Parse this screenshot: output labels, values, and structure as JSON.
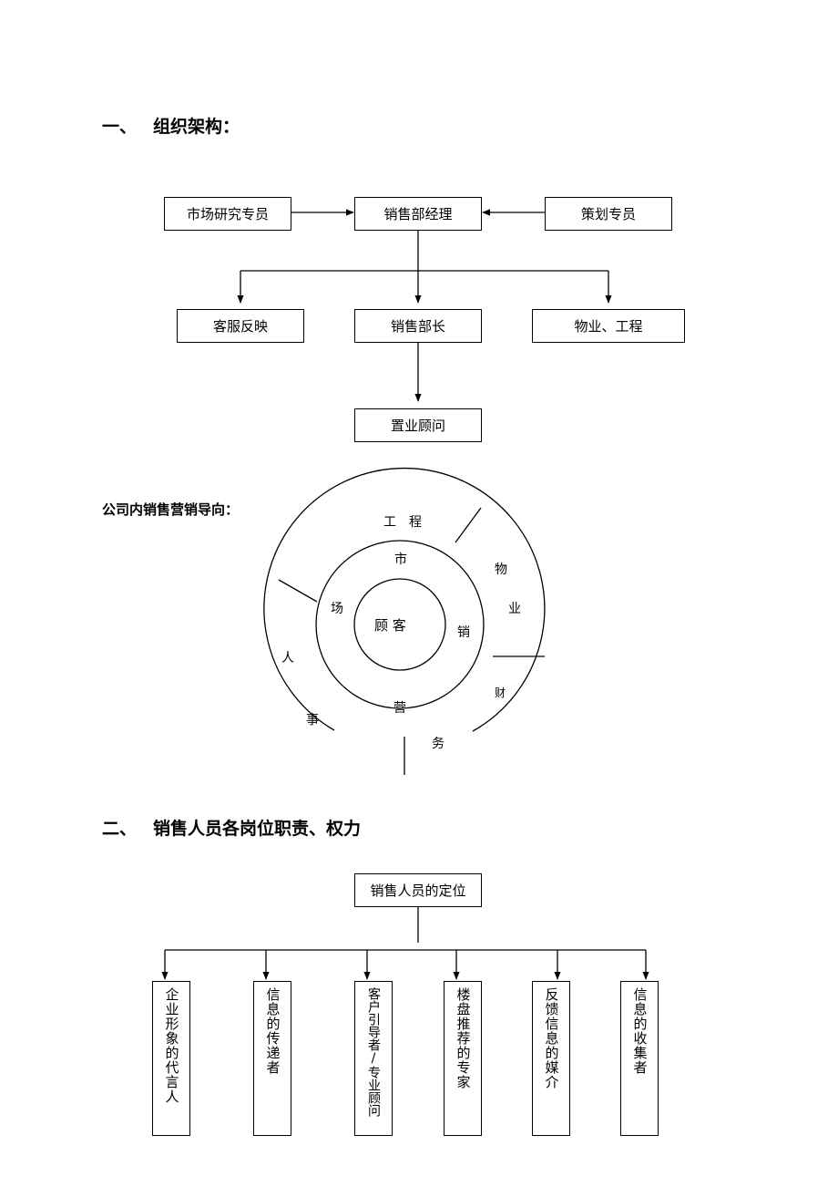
{
  "section1": {
    "number": "一、",
    "title": "组织架构："
  },
  "org": {
    "manager": "销售部经理",
    "market_research": "市场研究专员",
    "planning": "策划专员",
    "customer_service": "客服反映",
    "sales_head": "销售部长",
    "property_engineering": "物业、工程",
    "consultant": "置业顾问"
  },
  "orientation": {
    "label": "公司内销售营销导向：",
    "center": "顾 客",
    "inner_ring": [
      "市",
      "场",
      "销",
      "营"
    ],
    "outer_ring": [
      "工　程",
      "物",
      "业",
      "财",
      "务",
      "事",
      "人"
    ]
  },
  "section2": {
    "number": "二、",
    "title": "销售人员各岗位职责、权力"
  },
  "positioning": {
    "root": "销售人员的定位",
    "roles": [
      "企业形象的代言人",
      "信息的传递者",
      "客户引导者/专业顾问",
      "楼盘推荐的专家",
      "反馈信息的媒介",
      "信息的收集者"
    ]
  }
}
